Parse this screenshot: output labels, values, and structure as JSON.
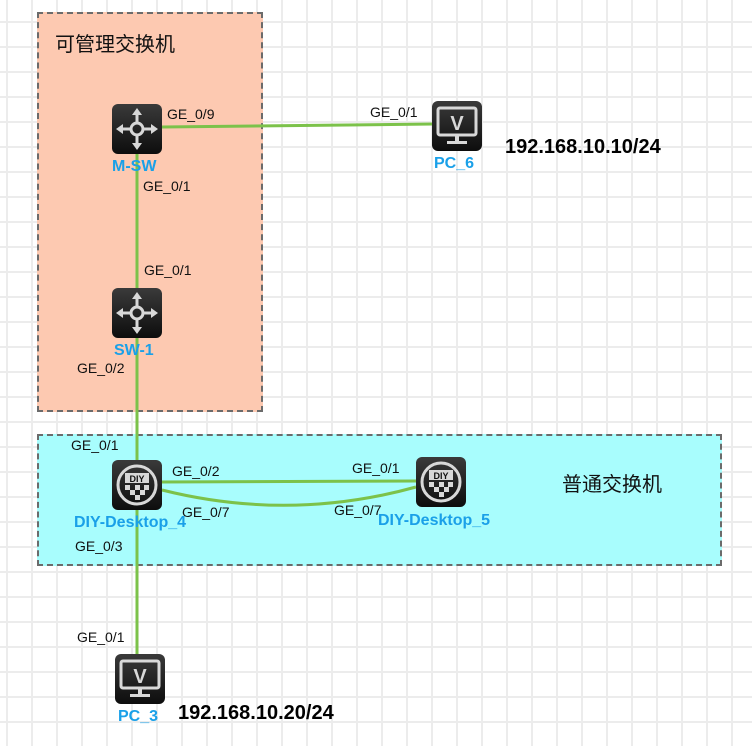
{
  "zones": {
    "managed": {
      "title": "可管理交换机",
      "color": "#fdc9b1"
    },
    "normal": {
      "title": "普通交换机",
      "color": "#a8fdfd"
    }
  },
  "link_color": "#7cc24a",
  "devices": {
    "msw": {
      "name": "M-SW",
      "type": "switch-icon"
    },
    "sw1": {
      "name": "SW-1",
      "type": "switch-icon"
    },
    "pc6": {
      "name": "PC_6",
      "type": "pc-icon",
      "ip": "192.168.10.10/24"
    },
    "diy4": {
      "name": "DIY-Desktop_4",
      "type": "diy-icon"
    },
    "diy5": {
      "name": "DIY-Desktop_5",
      "type": "diy-icon"
    },
    "pc3": {
      "name": "PC_3",
      "type": "pc-icon",
      "ip": "192.168.10.20/24"
    }
  },
  "ports": {
    "msw_pc6": "GE_0/9",
    "pc6_msw": "GE_0/1",
    "msw_sw1": "GE_0/1",
    "sw1_msw": "GE_0/1",
    "sw1_diy4": "GE_0/2",
    "diy4_sw1": "GE_0/1",
    "diy4_diy5_a": "GE_0/2",
    "diy5_diy4_a": "GE_0/1",
    "diy4_diy5_b": "GE_0/7",
    "diy5_diy4_b": "GE_0/7",
    "diy4_pc3": "GE_0/3",
    "pc3_diy4": "GE_0/1"
  }
}
